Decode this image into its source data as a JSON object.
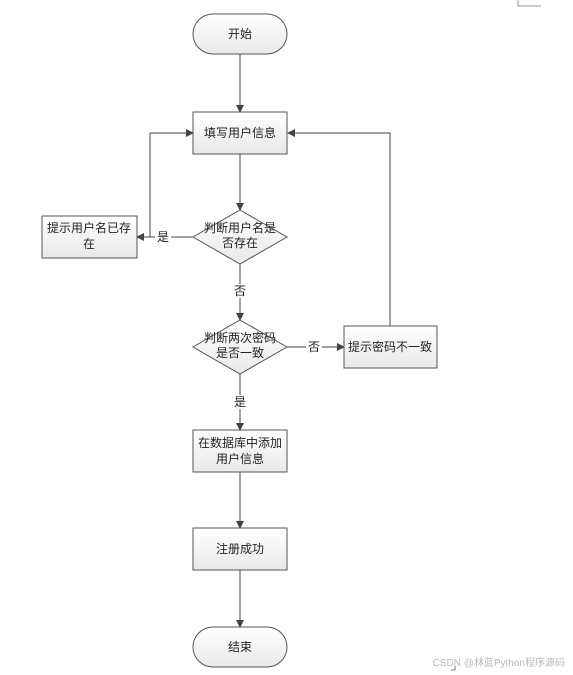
{
  "flowchart": {
    "start": "开始",
    "fill_info": "填写用户信息",
    "check_user_line1": "判断用户名是",
    "check_user_line2": "否存在",
    "prompt_exists_line1": "提示用户名已存",
    "prompt_exists_line2": "在",
    "yes_label_1": "是",
    "no_label_1": "否",
    "check_pwd_line1": "判断两次密码",
    "check_pwd_line2": "是否一致",
    "no_label_2": "否",
    "prompt_mismatch": "提示密码不一致",
    "yes_label_2": "是",
    "add_db_line1": "在数据库中添加",
    "add_db_line2": "用户信息",
    "register_success": "注册成功",
    "end": "结束"
  },
  "watermark": "CSDN @林蓝Python程序源码",
  "colors": {
    "node_fill": "#f2f2f2",
    "node_stroke": "#555555",
    "line": "#444444"
  }
}
